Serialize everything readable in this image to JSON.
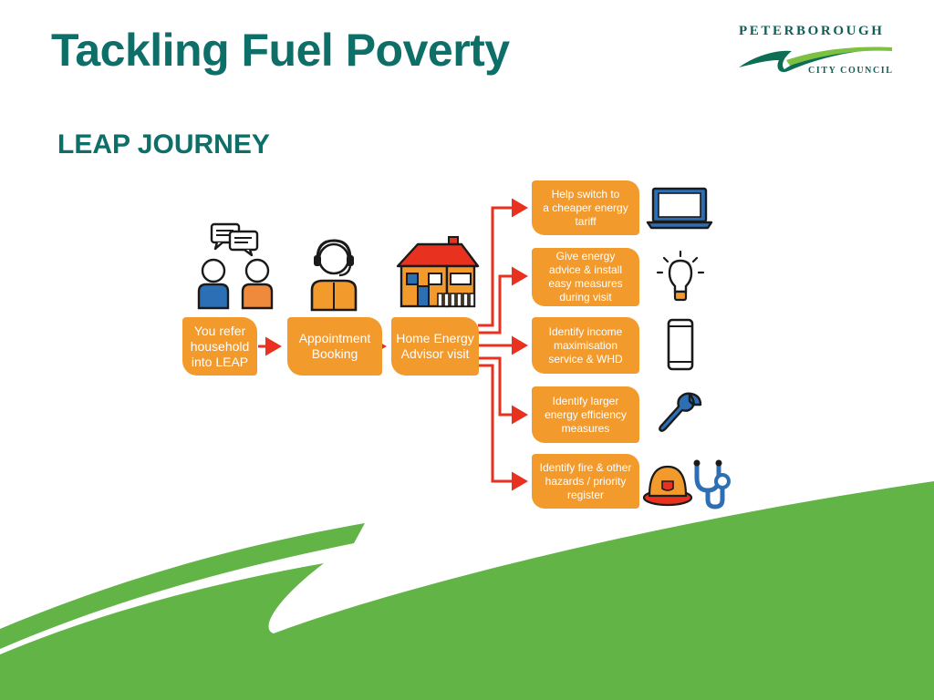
{
  "slide": {
    "title": "Tackling Fuel Poverty",
    "subtitle": "LEAP JOURNEY"
  },
  "logo": {
    "line1": "PETERBOROUGH",
    "line2": "CITY COUNCIL"
  },
  "flow_steps": [
    {
      "label": "You refer\nhousehold\ninto LEAP",
      "icon": "people-chat-icon"
    },
    {
      "label": "Appointment\nBooking",
      "icon": "call-centre-agent-icon"
    },
    {
      "label": "Home Energy\nAdvisor visit",
      "icon": "house-icon"
    }
  ],
  "outcomes": [
    {
      "label": "Help switch to\na cheaper energy\ntariff",
      "icon": "laptop-icon"
    },
    {
      "label": "Give energy\nadvice & install\neasy measures\nduring visit",
      "icon": "lightbulb-icon"
    },
    {
      "label": "Identify income\nmaximisation\nservice & WHD",
      "icon": "smartphone-icon"
    },
    {
      "label": "Identify larger\nenergy efficiency\nmeasures",
      "icon": "wrench-icon"
    },
    {
      "label": "Identify fire & other\nhazards / priority\nregister",
      "icon": "fire-helmet-stethoscope-icon"
    }
  ],
  "colors": {
    "title": "#0e6e68",
    "box": "#f29a2c",
    "arrow": "#e8321f",
    "footer_green": "#62b446"
  }
}
